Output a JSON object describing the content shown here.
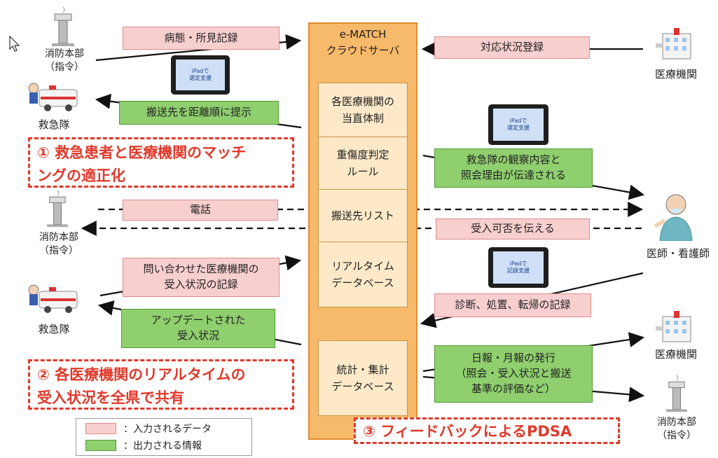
{
  "server": {
    "title": "e-MATCH\nクラウドサーバ",
    "cells": [
      "各医療機関の\n当直体制",
      "重傷度判定\nルール",
      "搬送先リスト",
      "リアルタイム\nデータベース",
      "統計・集計\nデータベース"
    ]
  },
  "boxes": {
    "input_condition": "病態・所見記録",
    "output_distance": "搬送先を距離順に提示",
    "input_response": "対応状況登録",
    "output_observation": "救急隊の観察内容と\n照会理由が伝達される",
    "phone": "電話",
    "accept_possible": "受入可否を伝える",
    "inquiry_record": "問い合わせた医療機関の\n受入状況の記録",
    "updated_status": "アップデートされた\n受入状況",
    "diagnosis_record": "診断、処置、転帰の記録",
    "daily_monthly": "日報・月報の発行\n（照会・受入状況と搬送\n基準の評価など）"
  },
  "actors": {
    "fire_hq_1": "消防本部\n（指令）",
    "ambulance_1": "救急隊",
    "hospital_1": "医療機関",
    "fire_hq_2": "消防本部\n（指令）",
    "doctor_nurse": "医師・看護師",
    "ambulance_2": "救急隊",
    "hospital_2": "医療機関",
    "fire_hq_3": "消防本部\n（指令）"
  },
  "ipads": {
    "ipad_1": "iPadで\n選定支援",
    "ipad_2": "iPadで\n選定支援",
    "ipad_3": "iPadで\n記録支援"
  },
  "callouts": {
    "c1": "①  救急患者と医療機関のマッチ\n     ングの適正化",
    "c2": "② 各医療機関のリアルタイムの\n     受入状況を全県で共有",
    "c3": "③ フィードバックによるPDSA"
  },
  "legend": {
    "input": "：入力されるデータ",
    "output": "：出力される情報"
  },
  "colors": {
    "input_fill": "#f8cfcf",
    "output_fill": "#8fcf6e",
    "server_fill": "#f7b96a",
    "callout_red": "#e0392b"
  }
}
